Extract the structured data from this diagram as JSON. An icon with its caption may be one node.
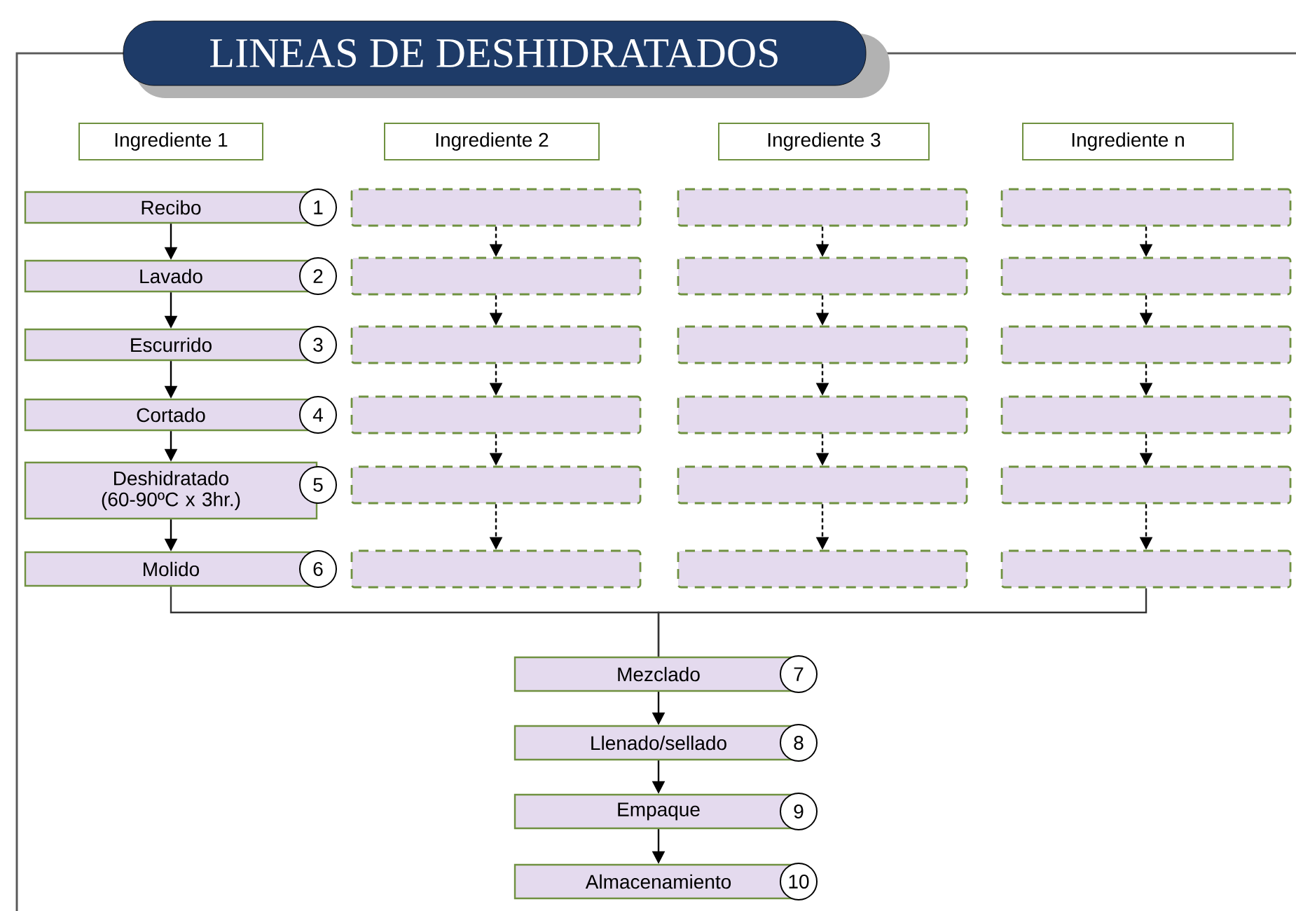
{
  "diagram": {
    "title": "LINEAS DE DESHIDRATADOS",
    "nodes": [
      {
        "text": [
          "Ingrediente 1"
        ]
      },
      {
        "text": [
          "Ingrediente 2"
        ]
      },
      {
        "text": [
          "Ingrediente 3"
        ]
      },
      {
        "text": [
          "Ingrediente n"
        ]
      },
      {
        "text": [
          "Recibo"
        ]
      },
      {
        "text": [
          "1"
        ]
      },
      {
        "text": [],
        "shape": "box"
      },
      {
        "text": [],
        "shape": "box"
      },
      {
        "text": [],
        "shape": "box"
      },
      {
        "text": [
          "Lavado"
        ]
      },
      {
        "text": [
          "2"
        ]
      },
      {
        "text": [],
        "shape": "box"
      },
      {
        "text": [],
        "shape": "box"
      },
      {
        "text": [],
        "shape": "box"
      },
      {
        "text": [
          "Escurrido"
        ]
      },
      {
        "text": [
          "3"
        ]
      },
      {
        "text": [],
        "shape": "box"
      },
      {
        "text": [],
        "shape": "box"
      },
      {
        "text": [],
        "shape": "box"
      },
      {
        "text": [
          "Cortado"
        ]
      },
      {
        "text": [
          "4"
        ]
      },
      {
        "text": [],
        "shape": "box"
      },
      {
        "text": [],
        "shape": "box"
      },
      {
        "text": [],
        "shape": "box"
      },
      {
        "text": [
          "Deshidratado (60-90ºC x 3hr.)"
        ]
      },
      {
        "text": [
          "5"
        ]
      },
      {
        "text": [],
        "shape": "box"
      },
      {
        "text": [],
        "shape": "box"
      },
      {
        "text": [],
        "shape": "box"
      },
      {
        "text": [
          "Molido"
        ]
      },
      {
        "text": [
          "6"
        ]
      },
      {
        "text": [],
        "shape": "box"
      },
      {
        "text": [],
        "shape": "box"
      },
      {
        "text": [],
        "shape": "box"
      },
      {
        "text": [
          "Mezclado"
        ]
      },
      {
        "text": [
          "7"
        ]
      },
      {
        "text": [
          "Llenado/sellado"
        ]
      },
      {
        "text": [
          "8"
        ]
      },
      {
        "text": [
          "Empaque"
        ]
      },
      {
        "text": [
          "9"
        ]
      },
      {
        "text": [
          "Almacenamiento"
        ]
      },
      {
        "text": [
          "10"
        ]
      }
    ],
    "edges": [
      {
        "from": 4,
        "to": 9,
        "arrow": "to"
      },
      {
        "from": 9,
        "to": 14,
        "arrow": "to"
      },
      {
        "from": 14,
        "to": 19,
        "arrow": "to"
      },
      {
        "from": 19,
        "to": 24,
        "arrow": "to"
      },
      {
        "from": 24,
        "to": 29,
        "arrow": "to"
      },
      {
        "from": 6,
        "to": 11,
        "arrow": "to",
        "style": "dashed"
      },
      {
        "from": 11,
        "to": 16,
        "arrow": "to",
        "style": "dashed"
      },
      {
        "from": 16,
        "to": 21,
        "arrow": "to",
        "style": "dashed"
      },
      {
        "from": 21,
        "to": 26,
        "arrow": "to",
        "style": "dashed"
      },
      {
        "from": 26,
        "to": 31,
        "arrow": "to",
        "style": "dashed"
      },
      {
        "from": 7,
        "to": 12,
        "arrow": "to",
        "style": "dashed"
      },
      {
        "from": 12,
        "to": 17,
        "arrow": "to",
        "style": "dashed"
      },
      {
        "from": 17,
        "to": 22,
        "arrow": "to",
        "style": "dashed"
      },
      {
        "from": 22,
        "to": 27,
        "arrow": "to",
        "style": "dashed"
      },
      {
        "from": 27,
        "to": 32,
        "arrow": "to",
        "style": "dashed"
      },
      {
        "from": 8,
        "to": 13,
        "arrow": "to",
        "style": "dashed"
      },
      {
        "from": 13,
        "to": 18,
        "arrow": "to",
        "style": "dashed"
      },
      {
        "from": 18,
        "to": 23,
        "arrow": "to",
        "style": "dashed"
      },
      {
        "from": 23,
        "to": 28,
        "arrow": "to",
        "style": "dashed"
      },
      {
        "from": 28,
        "to": 33,
        "arrow": "to",
        "style": "dashed"
      },
      {
        "from": 29,
        "to": 34,
        "arrow": "none"
      },
      {
        "from": 33,
        "to": 34,
        "arrow": "none"
      },
      {
        "from": 34,
        "to": 36,
        "arrow": "to"
      },
      {
        "from": 36,
        "to": 38,
        "arrow": "to"
      },
      {
        "from": 38,
        "to": 40,
        "arrow": "to"
      }
    ]
  }
}
